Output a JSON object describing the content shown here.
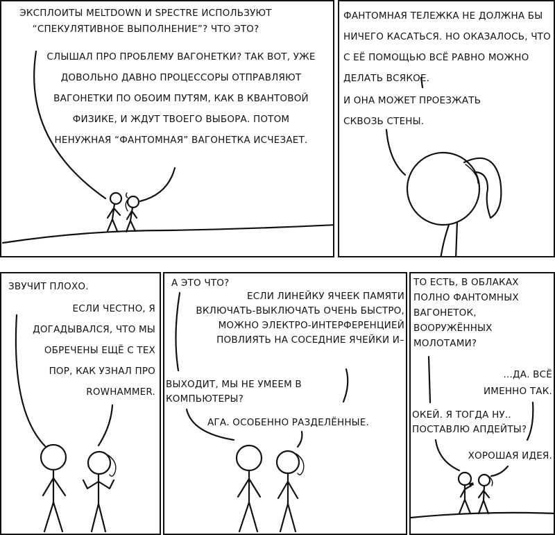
{
  "panel1": {
    "narration": "Эксплоиты Meltdown и Spectre используют “спекулятивное выполнение”? Что это?",
    "speech": "Слышал про проблему вагонетки? Так вот, уже довольно давно процессоры отправляют вагонетки по обоим путям, как в квантовой физике, и ждут твоего выбора. Потом ненужная “фантомная” вагонетка исчезает."
  },
  "panel2": {
    "speech_a": "Фантомная тележка не должна бы ничего касаться. Но оказалось, что с её помощью всё равно можно делать всякое.",
    "speech_b": "И она может проезжать сквозь стены."
  },
  "panel3": {
    "speech_a": "Звучит плохо.",
    "speech_b": "Если честно, я догадывался, что мы обречены ещё с тех пор, как узнал про Rowhammer."
  },
  "panel4": {
    "speech_a": "А это что?",
    "speech_b": "Если линейку ячеек памяти включать-выключать очень быстро, можно электро-интерференцией повлиять на соседние ячейки и–",
    "speech_c": "Выходит, мы не умеем в компьютеры?",
    "speech_d": "Ага. Особенно разделённые."
  },
  "panel5": {
    "speech_a": "То есть, в облаках полно фантомных вагонеток, вооружённых молотами?",
    "speech_b": "…Да. Всё именно так.",
    "speech_c": "Окей. Я тогда ну.. поставлю апдейты?",
    "speech_d": "Хорошая идея."
  }
}
